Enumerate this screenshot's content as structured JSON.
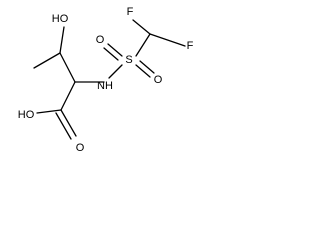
{
  "labels": {
    "hydroxyl": "HO",
    "acid_hydroxyl": "HO",
    "carbonyl_oxygen": "O",
    "amine": "NH",
    "sulfur": "S",
    "sulfonyl_oxygen_top": "O",
    "sulfonyl_oxygen_bottom": "O",
    "fluorine_left": "F",
    "fluorine_right": "F"
  },
  "colors": {
    "bond": "#000000",
    "text": "#000000",
    "background": "#ffffff"
  }
}
